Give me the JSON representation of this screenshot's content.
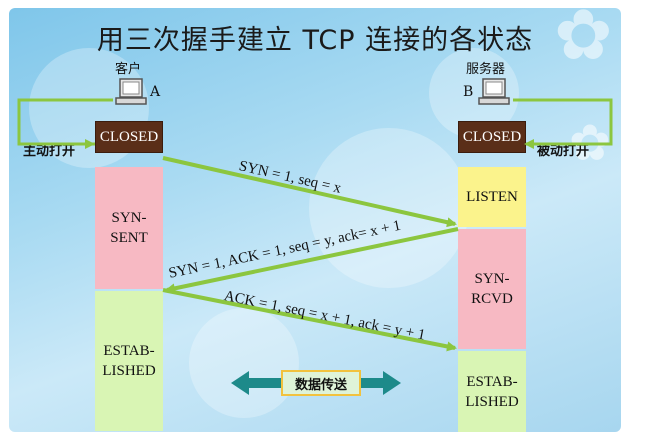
{
  "title": "用三次握手建立 TCP 连接的各状态",
  "client": {
    "name": "客户",
    "letter": "A",
    "open_label": "主动打开"
  },
  "server": {
    "name": "服务器",
    "letter": "B",
    "open_label": "被动打开"
  },
  "client_states": [
    "CLOSED",
    "SYN-\nSENT",
    "ESTAB-\nLISHED"
  ],
  "server_states": [
    "CLOSED",
    "LISTEN",
    "SYN-\nRCVD",
    "ESTAB-\nLISHED"
  ],
  "messages": [
    "SYN = 1, seq = x",
    "SYN = 1, ACK = 1, seq = y, ack= x + 1",
    "ACK = 1, seq = x + 1, ack = y + 1"
  ],
  "data_transfer": "数据传送",
  "colors": {
    "closed": "#5a2e18",
    "arrow": "#8cc63f",
    "pink": "#f7b9c3",
    "green": "#d9f5b4",
    "yellow": "#fbf38c",
    "teal": "#1d8a8a"
  }
}
